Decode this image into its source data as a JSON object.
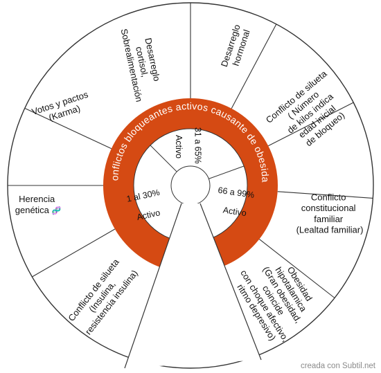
{
  "ring_title": "Conflictos bloqueantes activos causante de obesidad",
  "colors": {
    "ring": "#d54a13",
    "line": "#333333",
    "text": "#111111",
    "credit": "#8a8a8a"
  },
  "sectors": [
    {
      "id": "desarreglo-cortisol",
      "lines": [
        "Desarreglo",
        "cortisol,",
        "Sobrealimentación"
      ]
    },
    {
      "id": "desarreglo-hormonal",
      "lines": [
        "Desarreglo",
        "hormonal"
      ]
    },
    {
      "id": "conflicto-silueta-kilos",
      "lines": [
        "Conflicto de silueta",
        "( Número",
        "de kilos indica",
        "edad inicial",
        "de bloqueo)"
      ]
    },
    {
      "id": "conflicto-constitucional",
      "lines": [
        "Conflicto",
        "constitucional",
        "familiar",
        "(Lealtad familiar)"
      ]
    },
    {
      "id": "obesidad-hipotalamica",
      "lines": [
        "Obesidad",
        "hipotalamica",
        "(Gran obesidad,",
        "coincide",
        "con choque afectivo,",
        "ritmo depresivo)"
      ]
    },
    {
      "id": "conflicto-silueta-insulina",
      "lines": [
        "Conflicto de silueta",
        "(Insulina,",
        "resistencia insulina)"
      ]
    },
    {
      "id": "herencia-genetica",
      "lines": [
        "Herencia",
        "genética"
      ],
      "icon": "dna-icon"
    },
    {
      "id": "votos-pactos",
      "lines": [
        "Votos y pactos",
        "(Karma)"
      ]
    }
  ],
  "inner_sectors": [
    {
      "id": "activo-1-30",
      "range": "1 al 30%",
      "status": "Activo"
    },
    {
      "id": "activo-31-65",
      "range": "31 a 65%",
      "status": "Activo"
    },
    {
      "id": "activo-66-99",
      "range": "66 a 99%",
      "status": "Activo"
    }
  ],
  "credit": "creada con Subtil.net"
}
